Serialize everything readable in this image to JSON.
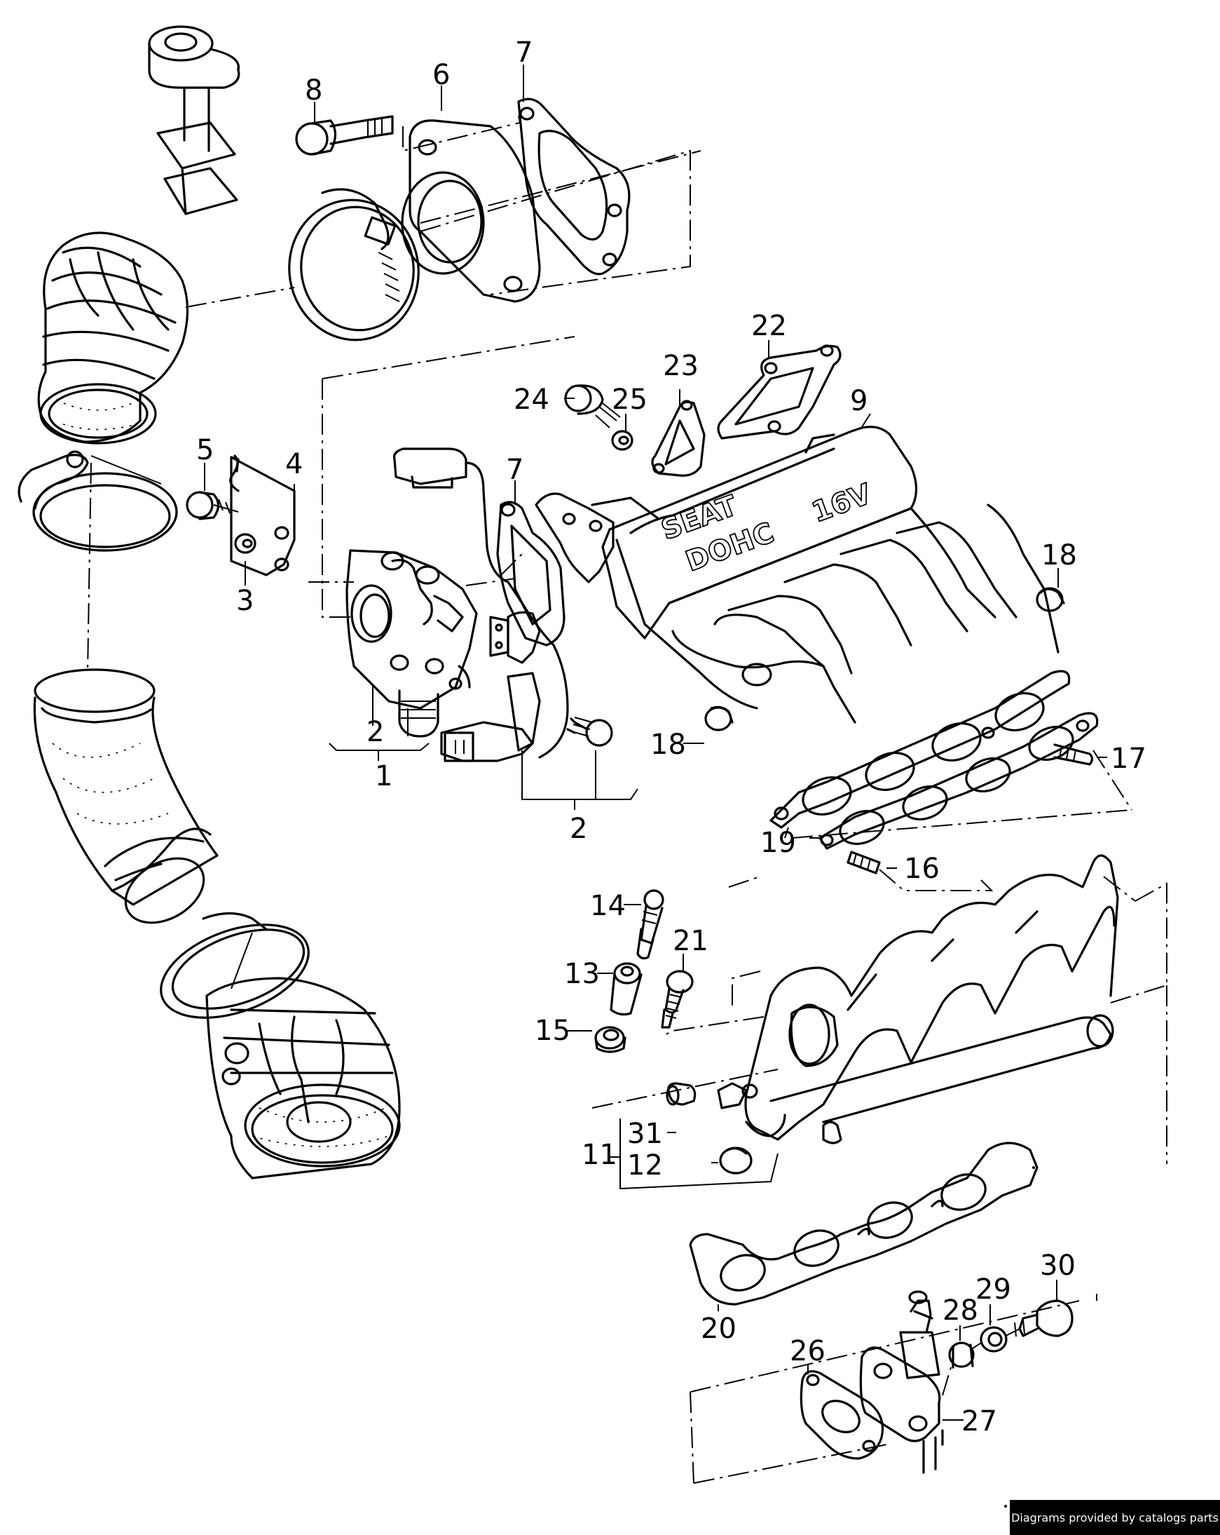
{
  "callouts": {
    "c1": "1",
    "c2a": "2",
    "c2b": "2",
    "c3": "3",
    "c4": "4",
    "c5": "5",
    "c6": "6",
    "c7a": "7",
    "c7b": "7",
    "c8": "8",
    "c9": "9",
    "c11": "11",
    "c12": "12",
    "c13": "13",
    "c14": "14",
    "c15": "15",
    "c16": "16",
    "c17": "17",
    "c18a": "18",
    "c18b": "18",
    "c19": "19",
    "c20": "20",
    "c21": "21",
    "c22": "22",
    "c23": "23",
    "c24": "24",
    "c25": "25",
    "c26": "26",
    "c27": "27",
    "c28": "28",
    "c29": "29",
    "c30": "30",
    "c31": "31"
  },
  "manifold_lettering": [
    "SEAT",
    "DOHC",
    "16V"
  ],
  "credit": "Diagrams provided by catalogs parts"
}
